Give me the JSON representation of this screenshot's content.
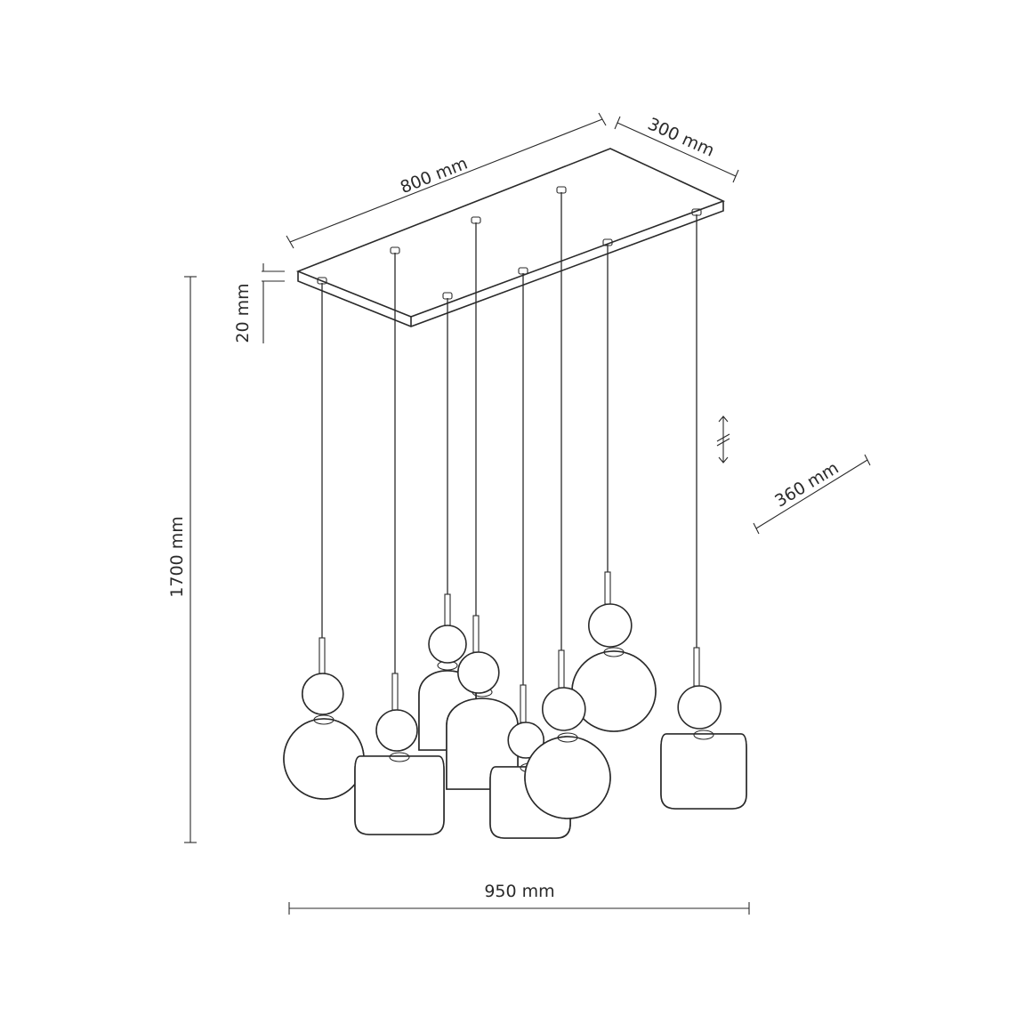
{
  "dimensions": {
    "canopy_length": "800 mm",
    "canopy_width": "300 mm",
    "canopy_height": "20 mm",
    "total_height": "1700 mm",
    "shade_diameter": "360 mm",
    "total_width": "950 mm"
  },
  "colors": {
    "line": "#2a2a2a",
    "background": "#ffffff"
  }
}
